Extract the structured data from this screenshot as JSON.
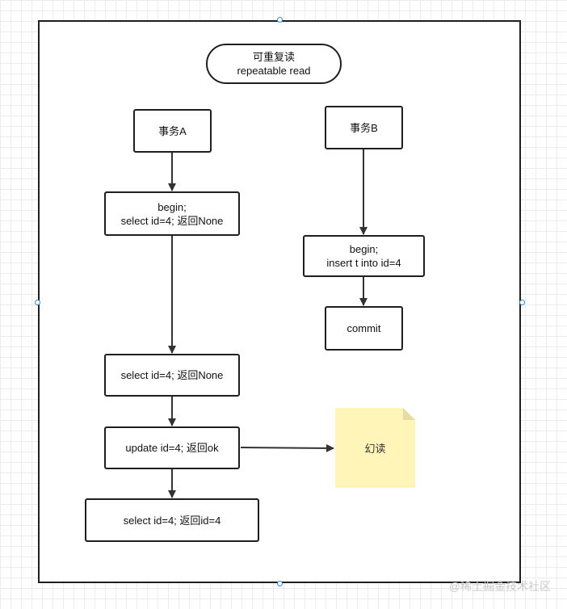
{
  "diagram": {
    "title_node": {
      "line1": "可重复读",
      "line2": "repeatable read"
    },
    "transaction_a": {
      "header": "事务A",
      "step1_line1": "begin;",
      "step1_line2": "select id=4; 返回None",
      "step2": "select id=4; 返回None",
      "step3": "update id=4; 返回ok",
      "step4": "select id=4; 返回id=4"
    },
    "transaction_b": {
      "header": "事务B",
      "step1_line1": "begin;",
      "step1_line2": "insert t into id=4",
      "step2": "commit"
    },
    "note": "幻读",
    "colors": {
      "note_fill": "#fff5b8",
      "note_fold": "#e6dc9f",
      "stroke": "#1f1f1f",
      "handle": "#3a8ad8"
    }
  },
  "watermark": "@稀土掘金技术社区"
}
